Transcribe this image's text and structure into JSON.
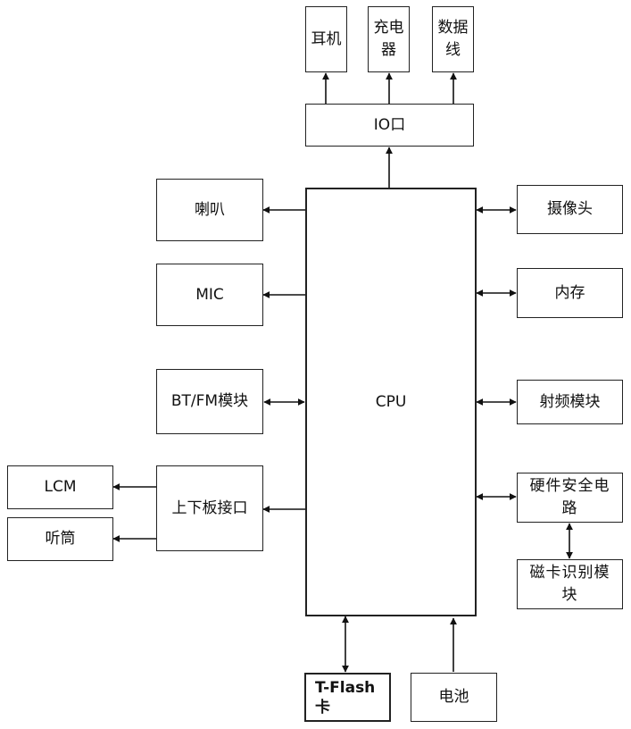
{
  "blocks": {
    "earphone": "耳机",
    "charger": "充电器",
    "datacable": "数据线",
    "io": "IO口",
    "speaker": "喇叭",
    "mic": "MIC",
    "btfm": "BT/FM模块",
    "board_interface": "上下板接口",
    "lcm": "LCM",
    "receiver": "听筒",
    "cpu": "CPU",
    "camera": "摄像头",
    "memory": "内存",
    "rf": "射频模块",
    "hw_security": "硬件安全电路",
    "card_reader": "磁卡识别模块",
    "tflash": "T-Flash卡",
    "battery": "电池"
  }
}
